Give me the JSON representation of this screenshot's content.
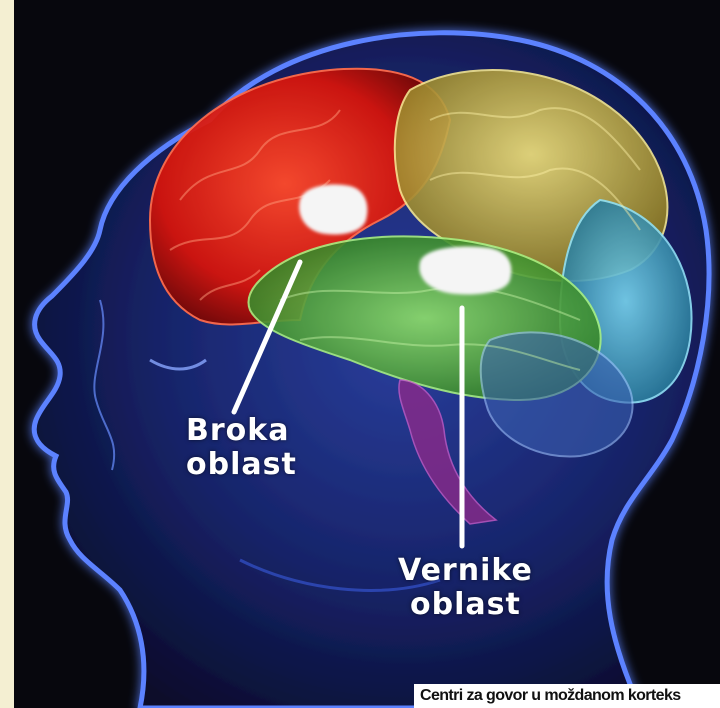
{
  "labels": {
    "broca": {
      "line1": "Broka",
      "line2": "oblast"
    },
    "vernike": {
      "line1": "Vernike",
      "line2": "oblast"
    }
  },
  "caption": "Centri za govor u moždanom korteks",
  "colors": {
    "background_bg": "#0a0a10",
    "side_panel": "#f4efd2",
    "head_glow": "#4a6df0",
    "frontal_lobe": "#e81b12",
    "parietal_lobe": "#d9c64a",
    "temporal_lobe": "#4fb83a",
    "occipital_lobe": "#3fa6c9",
    "speech_areas": "#f5f5f5"
  }
}
